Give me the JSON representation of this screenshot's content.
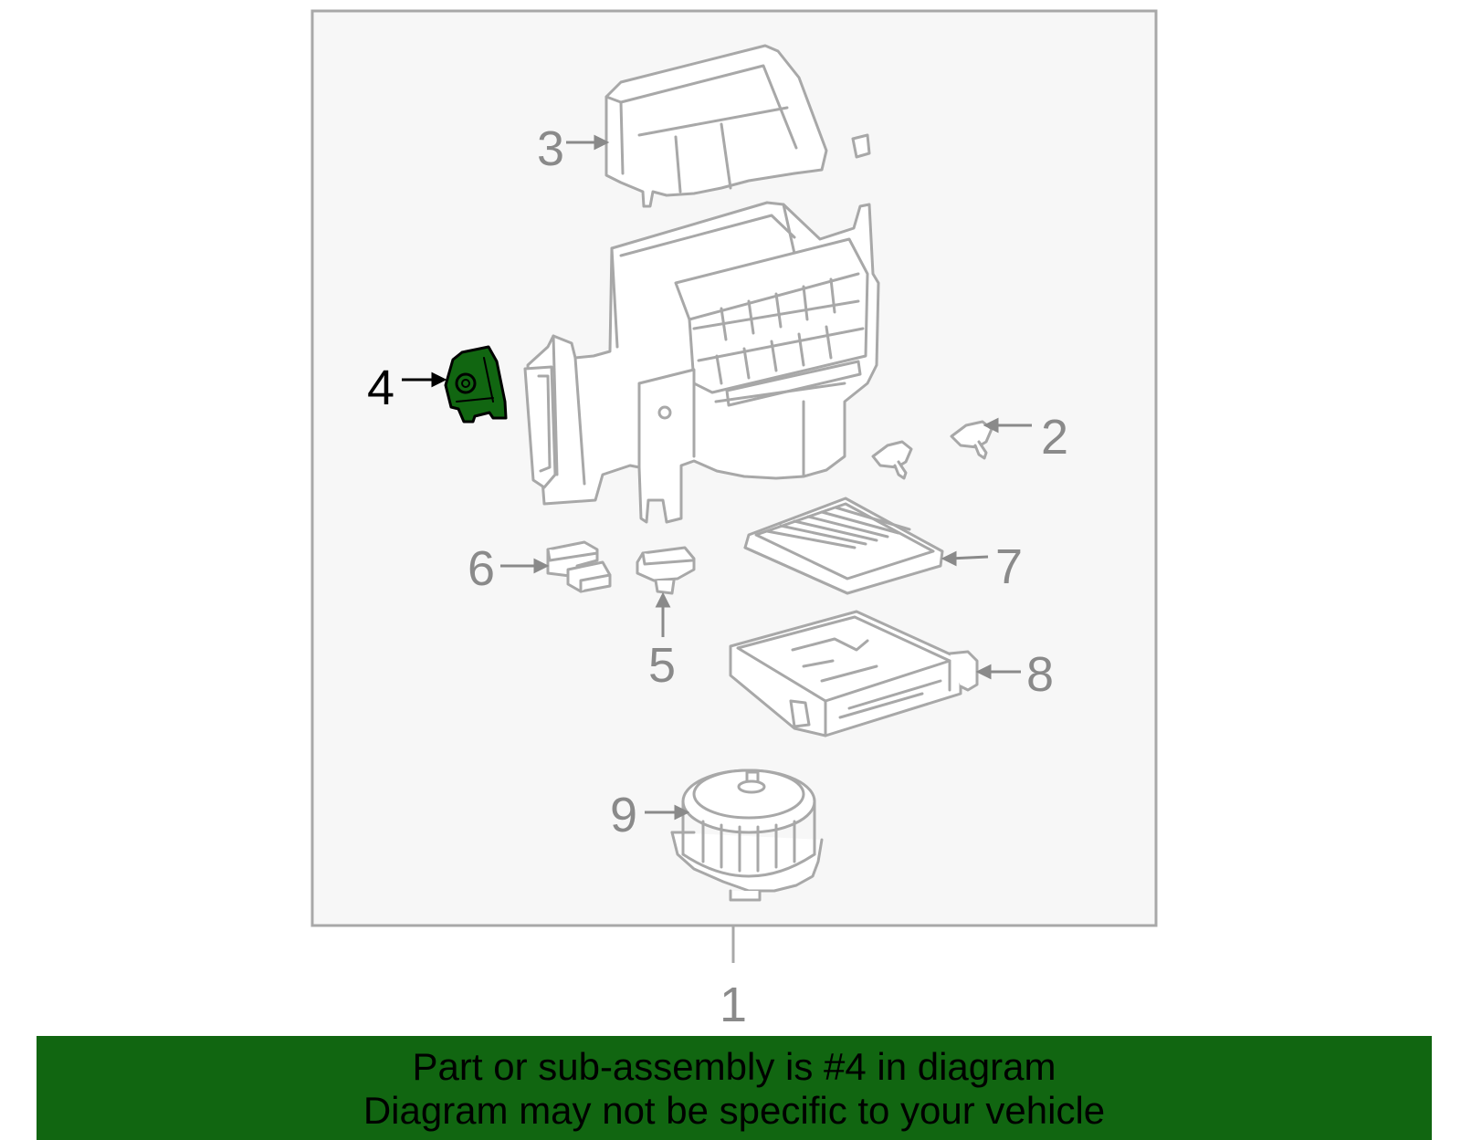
{
  "diagram": {
    "highlight_part": "4",
    "highlight_color": "#116611",
    "line_color": "#a8a8a8",
    "frame_fill": "#f7f7f7",
    "callouts": [
      {
        "id": "1",
        "label": "1"
      },
      {
        "id": "2",
        "label": "2"
      },
      {
        "id": "3",
        "label": "3"
      },
      {
        "id": "4",
        "label": "4"
      },
      {
        "id": "5",
        "label": "5"
      },
      {
        "id": "6",
        "label": "6"
      },
      {
        "id": "7",
        "label": "7"
      },
      {
        "id": "8",
        "label": "8"
      },
      {
        "id": "9",
        "label": "9"
      }
    ]
  },
  "banner": {
    "line1": "Part or sub-assembly is #4 in diagram",
    "line2": "Diagram may not be specific to your vehicle",
    "background": "#116611"
  }
}
